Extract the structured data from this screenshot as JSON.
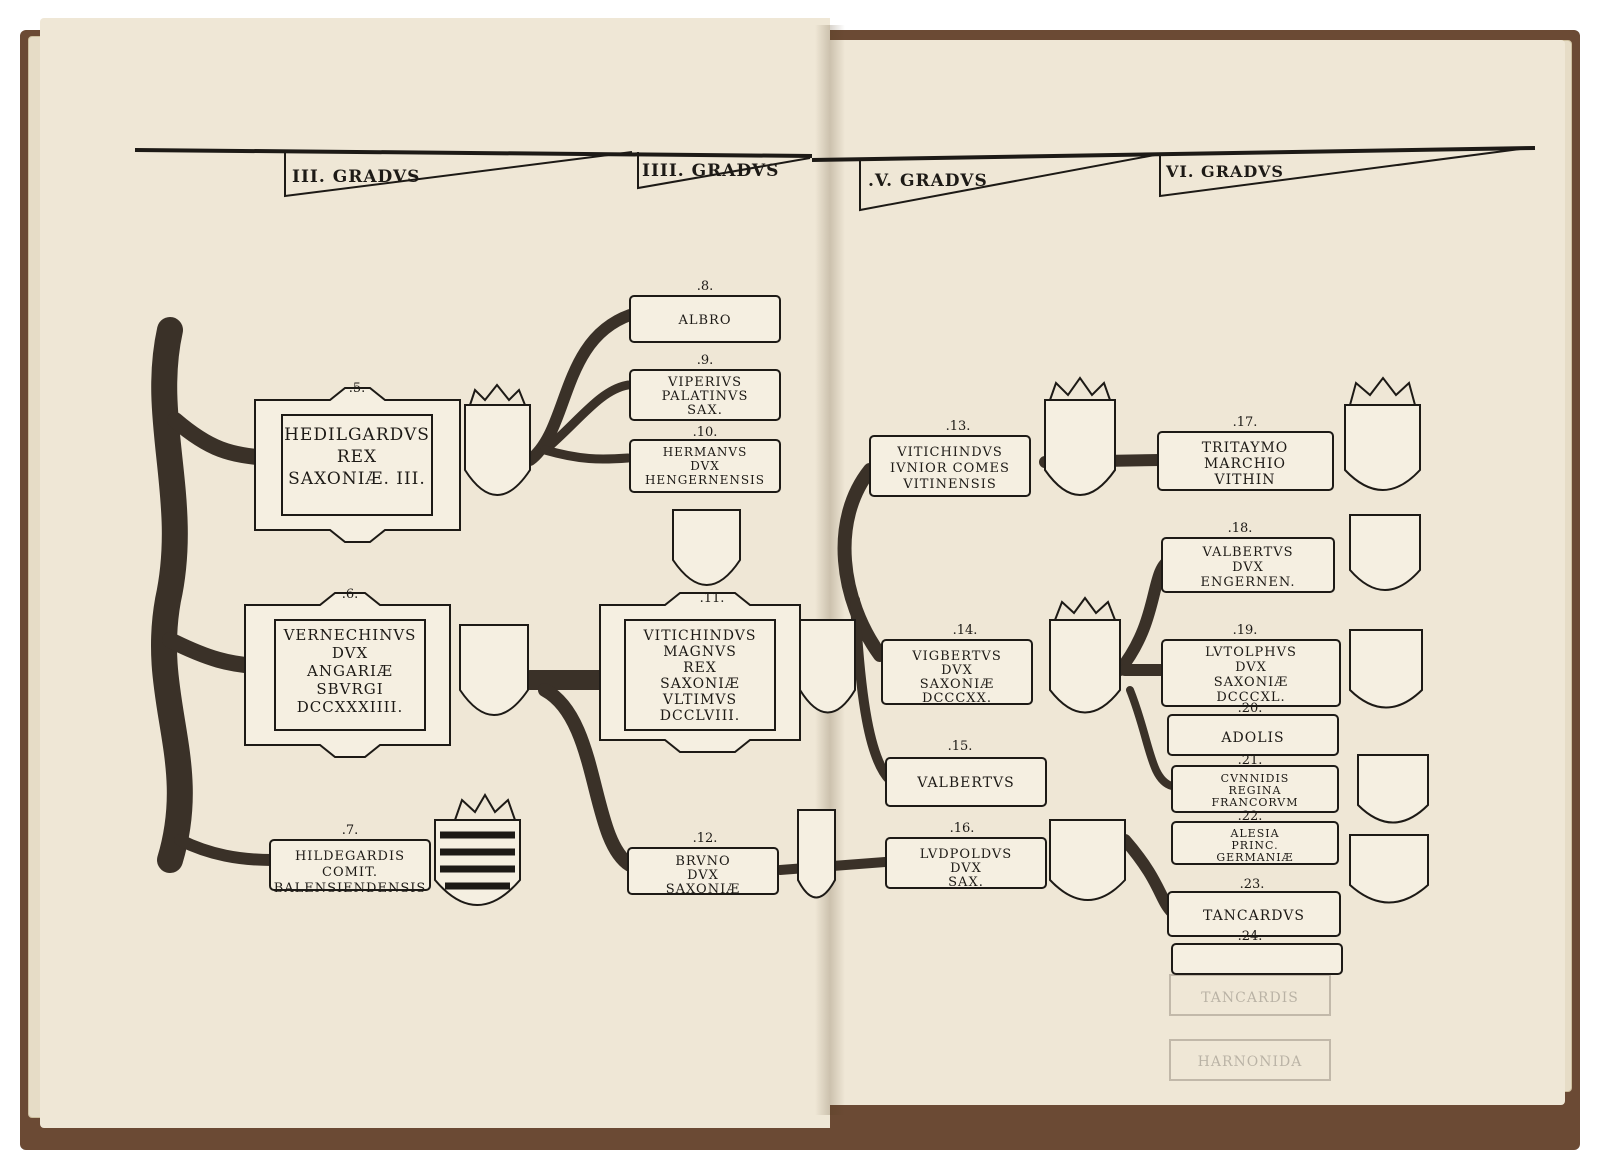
{
  "headers": {
    "grade_3": "III.  GRADVS",
    "grade_4": "IIII. GRADVS",
    "grade_5": ".V.  GRADVS",
    "grade_6": "VI. GRADVS"
  },
  "persons": {
    "p5": {
      "number": "5",
      "lines": [
        "HEDILGARDVS",
        "REX",
        "SAXONIÆ. III."
      ]
    },
    "p6": {
      "number": "6",
      "lines": [
        "VERNECHINVS",
        "DVX",
        "ANGARIÆ",
        "SBVRGI",
        "DCCXXXIIII."
      ]
    },
    "p7": {
      "number": "7",
      "lines": [
        "HILDEGARDIS",
        "COMIT.",
        "BALENSIENDENSIS"
      ]
    },
    "p8": {
      "number": "8",
      "lines": [
        "ALBRO"
      ]
    },
    "p9": {
      "number": "9",
      "lines": [
        "VIPERIVS",
        "PALATINVS",
        "SAX."
      ]
    },
    "p10": {
      "number": "10",
      "lines": [
        "HERMANVS",
        "DVX",
        "HENGERNENSIS"
      ]
    },
    "p11": {
      "number": "11",
      "lines": [
        "VITICHINDVS",
        "MAGNVS",
        "REX",
        "SAXONIÆ",
        "VLTIMVS",
        "DCCLVIII."
      ]
    },
    "p12": {
      "number": "12",
      "lines": [
        "BRVNO",
        "DVX",
        "SAXONIÆ"
      ]
    },
    "p13": {
      "number": "13",
      "lines": [
        "VITICHINDVS",
        "IVNIOR COMES",
        "VITINENSIS"
      ]
    },
    "p14": {
      "number": "14",
      "lines": [
        "VIGBERTVS",
        "DVX",
        "SAXONIÆ",
        "DCCCXX."
      ]
    },
    "p15": {
      "number": "15",
      "lines": [
        "VALBERTVS"
      ]
    },
    "p16": {
      "number": "16",
      "lines": [
        "LVDPOLDVS",
        "DVX",
        "SAX."
      ]
    },
    "p17": {
      "number": "17",
      "lines": [
        "TRITAYMO",
        "MARCHIO",
        "VITHIN"
      ]
    },
    "p18": {
      "number": "18",
      "lines": [
        "VALBERTVS",
        "DVX",
        "ENGERNEN."
      ]
    },
    "p19": {
      "number": "19",
      "lines": [
        "LVTOLPHVS",
        "DVX",
        "SAXONIÆ",
        "DCCCXL."
      ]
    },
    "p20": {
      "number": "20",
      "lines": [
        "ADOLIS"
      ]
    },
    "p21": {
      "number": "21",
      "lines": [
        "CVNNIDIS",
        "REGINA",
        "FRANCORVM"
      ]
    },
    "p22": {
      "number": "22",
      "lines": [
        "ALESIA",
        "PRINC.",
        "GERMANIÆ"
      ]
    },
    "p23": {
      "number": "23",
      "lines": [
        "TANCARDVS"
      ]
    },
    "p24": {
      "number": "24",
      "lines": []
    }
  },
  "show_through": {
    "lines": [
      "TANCARDIS",
      "HARNONIDA"
    ]
  },
  "colors": {
    "paper": "#efe7d6",
    "ink": "#1d1a16",
    "binding": "#6b4a34"
  }
}
